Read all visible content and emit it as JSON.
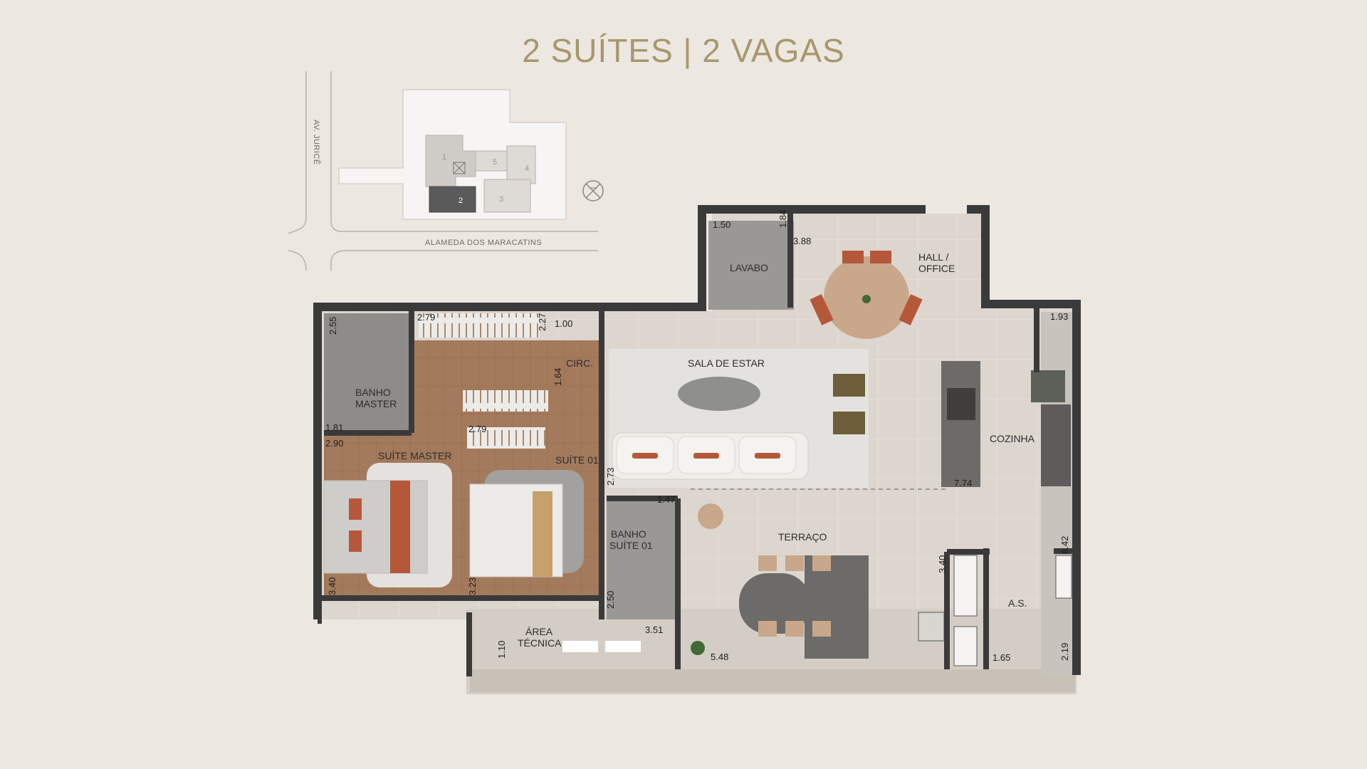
{
  "title": "2 SUÍTES | 2 VAGAS",
  "site_plan": {
    "street_vertical": "AV. JURICÊ",
    "street_horizontal": "ALAMEDA DOS MARACATINS",
    "buildings": [
      "1",
      "2",
      "3",
      "4",
      "5"
    ],
    "highlighted_building": "2",
    "compass_icon": "compass-x-icon",
    "colors": {
      "highlight": "#5a5a5a",
      "block": "#cfcbc7",
      "lot": "#f7f5f3"
    }
  },
  "rooms": {
    "lavabo": "LAVABO",
    "hall_office": [
      "HALL /",
      "OFFICE"
    ],
    "sala_de_estar": "SALA DE ESTAR",
    "circ": "CIRC.",
    "banho_master": [
      "BANHO",
      "MASTER"
    ],
    "suite_master": "SUÍTE MASTER",
    "suite_01": "SUÍTE 01",
    "banho_suite_01": [
      "BANHO",
      "SUÍTE 01"
    ],
    "terraco": "TERRAÇO",
    "cozinha": "COZINHA",
    "area_servico": "A.S.",
    "area_tecnica": [
      "ÁREA",
      "TÉCNICA"
    ]
  },
  "dimensions": {
    "lavabo_w": "1.50",
    "lavabo_h": "1.84",
    "hall_w": "3.88",
    "bm_h": "2.55",
    "closet_w": "2.79",
    "closet_h": "2.27",
    "circ_w": "1.00",
    "circ_h": "1.64",
    "bm_w": "1.81",
    "suite01_closet": "2.79",
    "sm_w": "2.90",
    "sm_h": "3.40",
    "s01_w": "2.73",
    "s01_h": "3.23",
    "bs01_w": "1.47",
    "bs01_h": "2.50",
    "at_w": "3.51",
    "at_h": "1.10",
    "terraco_w": "5.48",
    "cozinha_w": "7.74",
    "cozinha_h": "1.93",
    "as_depth": "6.42",
    "as_w": "3.40",
    "as_w2": "1.65",
    "as_h": "2.19"
  },
  "colors": {
    "wall": "#3a3a3a",
    "floor_tile": "#dcd6cf",
    "wood": "#a47a5c",
    "rug": "#e4e2de",
    "terracotta": "#b5583a",
    "title": "#a7986c",
    "bg": "#ede7e1"
  }
}
